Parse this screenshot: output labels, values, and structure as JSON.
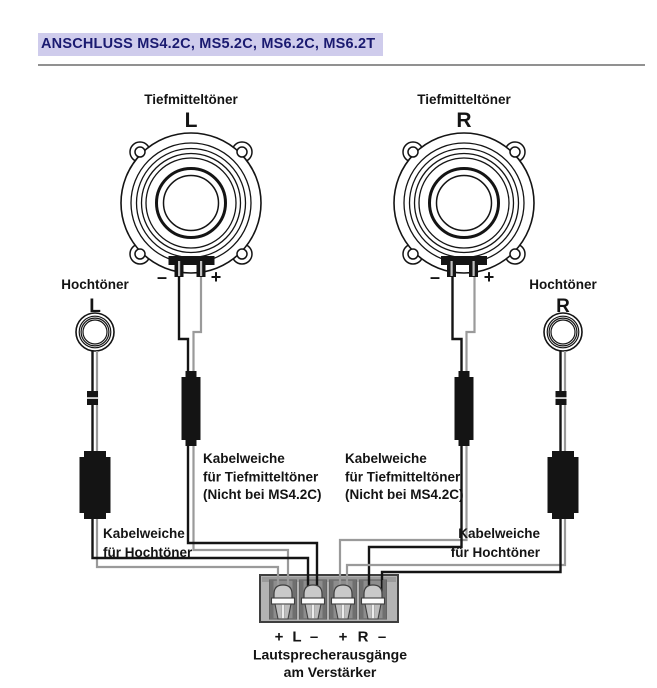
{
  "title": {
    "text": "ANSCHLUSS MS4.2C, MS5.2C, MS6.2C, MS6.2T"
  },
  "colors": {
    "highlight": "#cfccec",
    "title_text": "#1a1a70",
    "ink": "#141414",
    "wire_gray": "#9a9a9a",
    "terminal_block": "#b3b3b3"
  },
  "woofer_left": {
    "label": "Tiefmitteltöner",
    "channel": "L"
  },
  "woofer_right": {
    "label": "Tiefmitteltöner",
    "channel": "R"
  },
  "tweeter_left": {
    "label": "Hochtöner",
    "channel": "L"
  },
  "tweeter_right": {
    "label": "Hochtöner",
    "channel": "R"
  },
  "polarity": {
    "minus": "–",
    "plus": "+"
  },
  "xover_mid": {
    "line1": "Kabelweiche",
    "line2": "für Tiefmitteltöner",
    "line3": "(Nicht bei MS4.2C)"
  },
  "xover_tweeter": {
    "line1": "Kabelweiche",
    "line2": "für Hochtöner"
  },
  "amp": {
    "terminal_labels": [
      "+",
      "L",
      "–",
      "+",
      "R",
      "–"
    ],
    "caption_line1": "Lautsprecherausgänge",
    "caption_line2": "am Verstärker"
  }
}
